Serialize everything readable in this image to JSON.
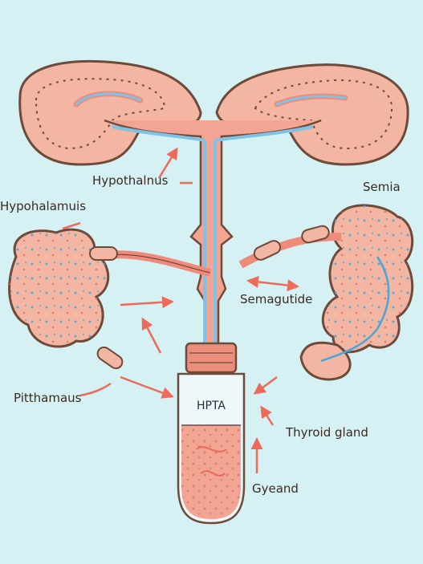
{
  "labels": {
    "hypothalnus": "Hypothalnus",
    "hypohalamuis": "Hypohalamuis",
    "semia": "Semia",
    "semagutide": "Semagutide",
    "pitthamaus": "Pitthamaus",
    "thyroid_gland": "Thyroid gland",
    "gyeand": "Gyeand"
  },
  "vial": {
    "label": "HPTA"
  },
  "colors": {
    "background": "#d6f1f4",
    "tissue": "#f2b6a2",
    "outline": "#6e4a3a",
    "vessel_blue": "#7cc3e6",
    "vessel_red": "#f08a7a",
    "arrow": "#ee6a5a",
    "cap": "#eb8f7c",
    "liquid": "#f4a493"
  }
}
